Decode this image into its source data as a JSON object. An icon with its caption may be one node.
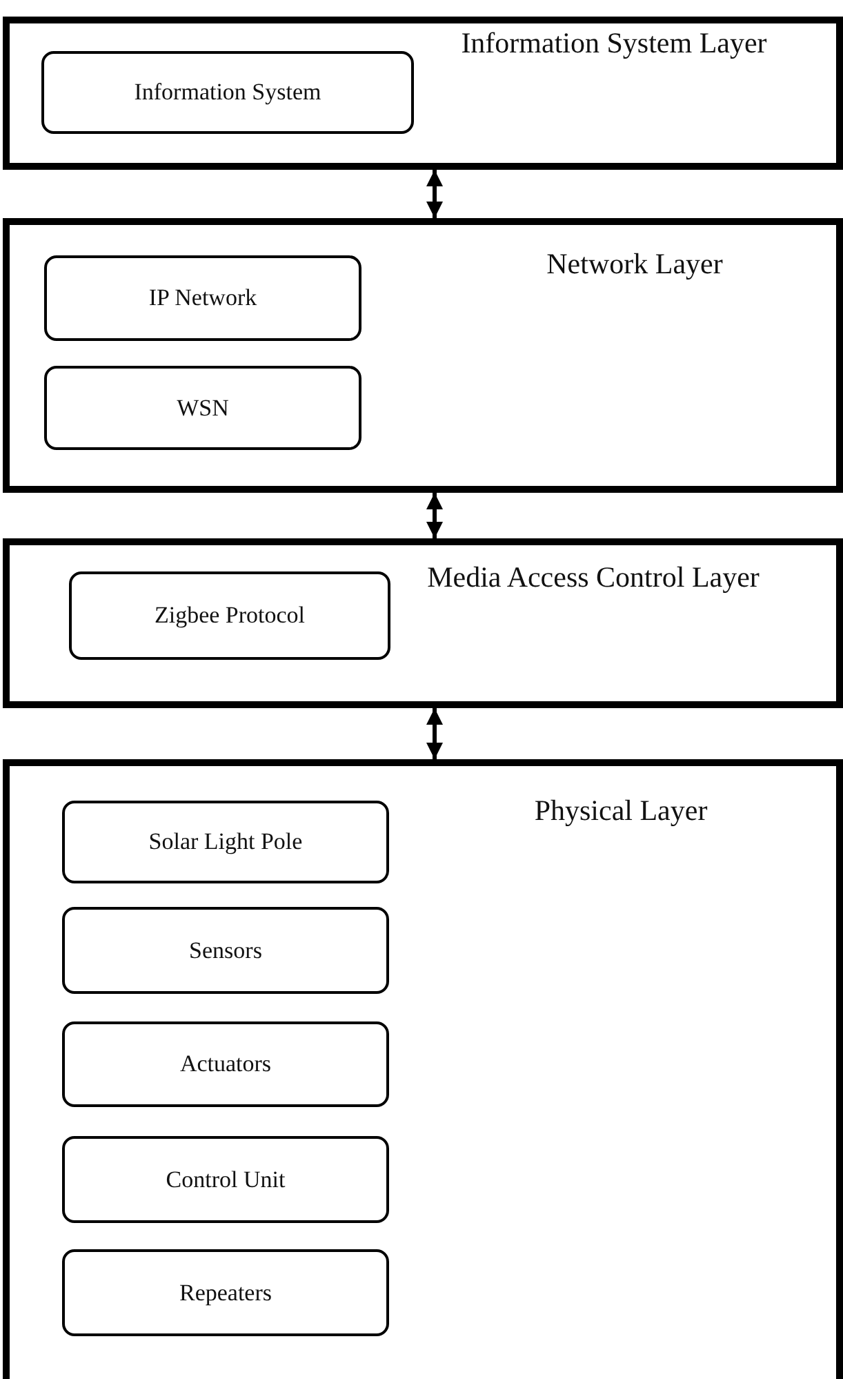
{
  "diagram": {
    "nodes": [
      {
        "text": [
          "Information System Layer"
        ]
      },
      {
        "text": [
          "Information System"
        ],
        "in": 0
      },
      {
        "text": [
          "Network Layer"
        ]
      },
      {
        "text": [
          "IP Network"
        ],
        "in": 2
      },
      {
        "text": [
          "WSN"
        ],
        "in": 2
      },
      {
        "text": [
          "Media Access Control Layer"
        ]
      },
      {
        "text": [
          "Zigbee Protocol"
        ],
        "in": 5
      },
      {
        "text": [
          "Physical Layer"
        ]
      },
      {
        "text": [
          "Solar Light Pole"
        ],
        "in": 7
      },
      {
        "text": [
          "Sensors"
        ],
        "in": 7
      },
      {
        "text": [
          "Actuators"
        ],
        "in": 7
      },
      {
        "text": [
          "Control Unit"
        ],
        "in": 7
      },
      {
        "text": [
          "Repeaters"
        ],
        "in": 7
      }
    ],
    "edges": [
      {
        "from": 0,
        "to": 2,
        "arrow": "both"
      },
      {
        "from": 2,
        "to": 5,
        "arrow": "both"
      },
      {
        "from": 5,
        "to": 7,
        "arrow": "both"
      }
    ]
  }
}
